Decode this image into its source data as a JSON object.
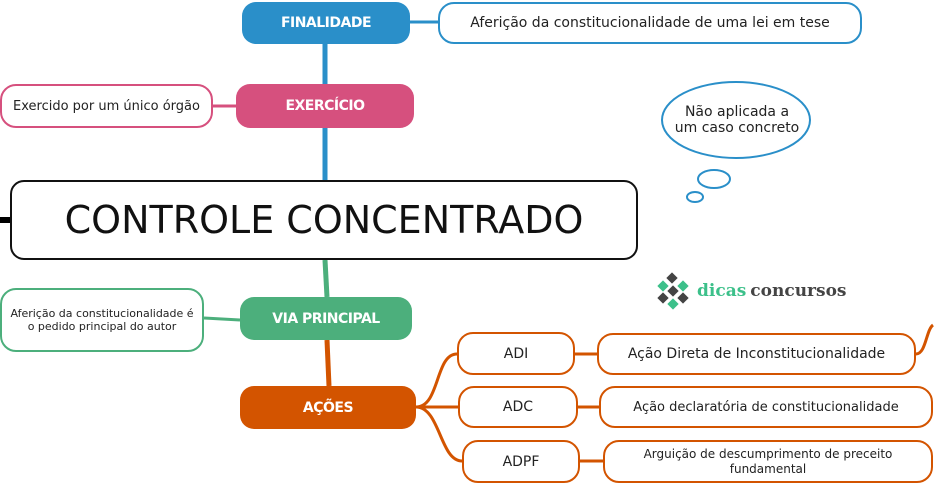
{
  "center": {
    "title": "CONTROLE CONCENTRADO"
  },
  "branches": {
    "finalidade": {
      "label": "FINALIDADE",
      "detail": "Aferição da constitucionalidade de uma lei em tese",
      "note": "Não aplicada a um caso concreto",
      "color": "#2a8fc9"
    },
    "exercicio": {
      "label": "EXERCÍCIO",
      "detail": "Exercido por um único órgão",
      "color": "#d6507e"
    },
    "via": {
      "label": "VIA PRINCIPAL",
      "detail_line1": "Aferição da constitucionalidade é",
      "detail_line2": "o pedido principal do autor",
      "color": "#4caf7c"
    },
    "acoes": {
      "label": "AÇÕES",
      "color": "#d35400",
      "items": [
        {
          "abbr": "ADI",
          "name": "Ação Direta de Inconstitucionalidade"
        },
        {
          "abbr": "ADC",
          "name": "Ação declaratória de constitucionalidade"
        },
        {
          "abbr": "ADPF",
          "name": "Arguição de descumprimento de preceito fundamental"
        }
      ]
    }
  },
  "logo": {
    "word1": "dicas",
    "word2": "concursos"
  }
}
